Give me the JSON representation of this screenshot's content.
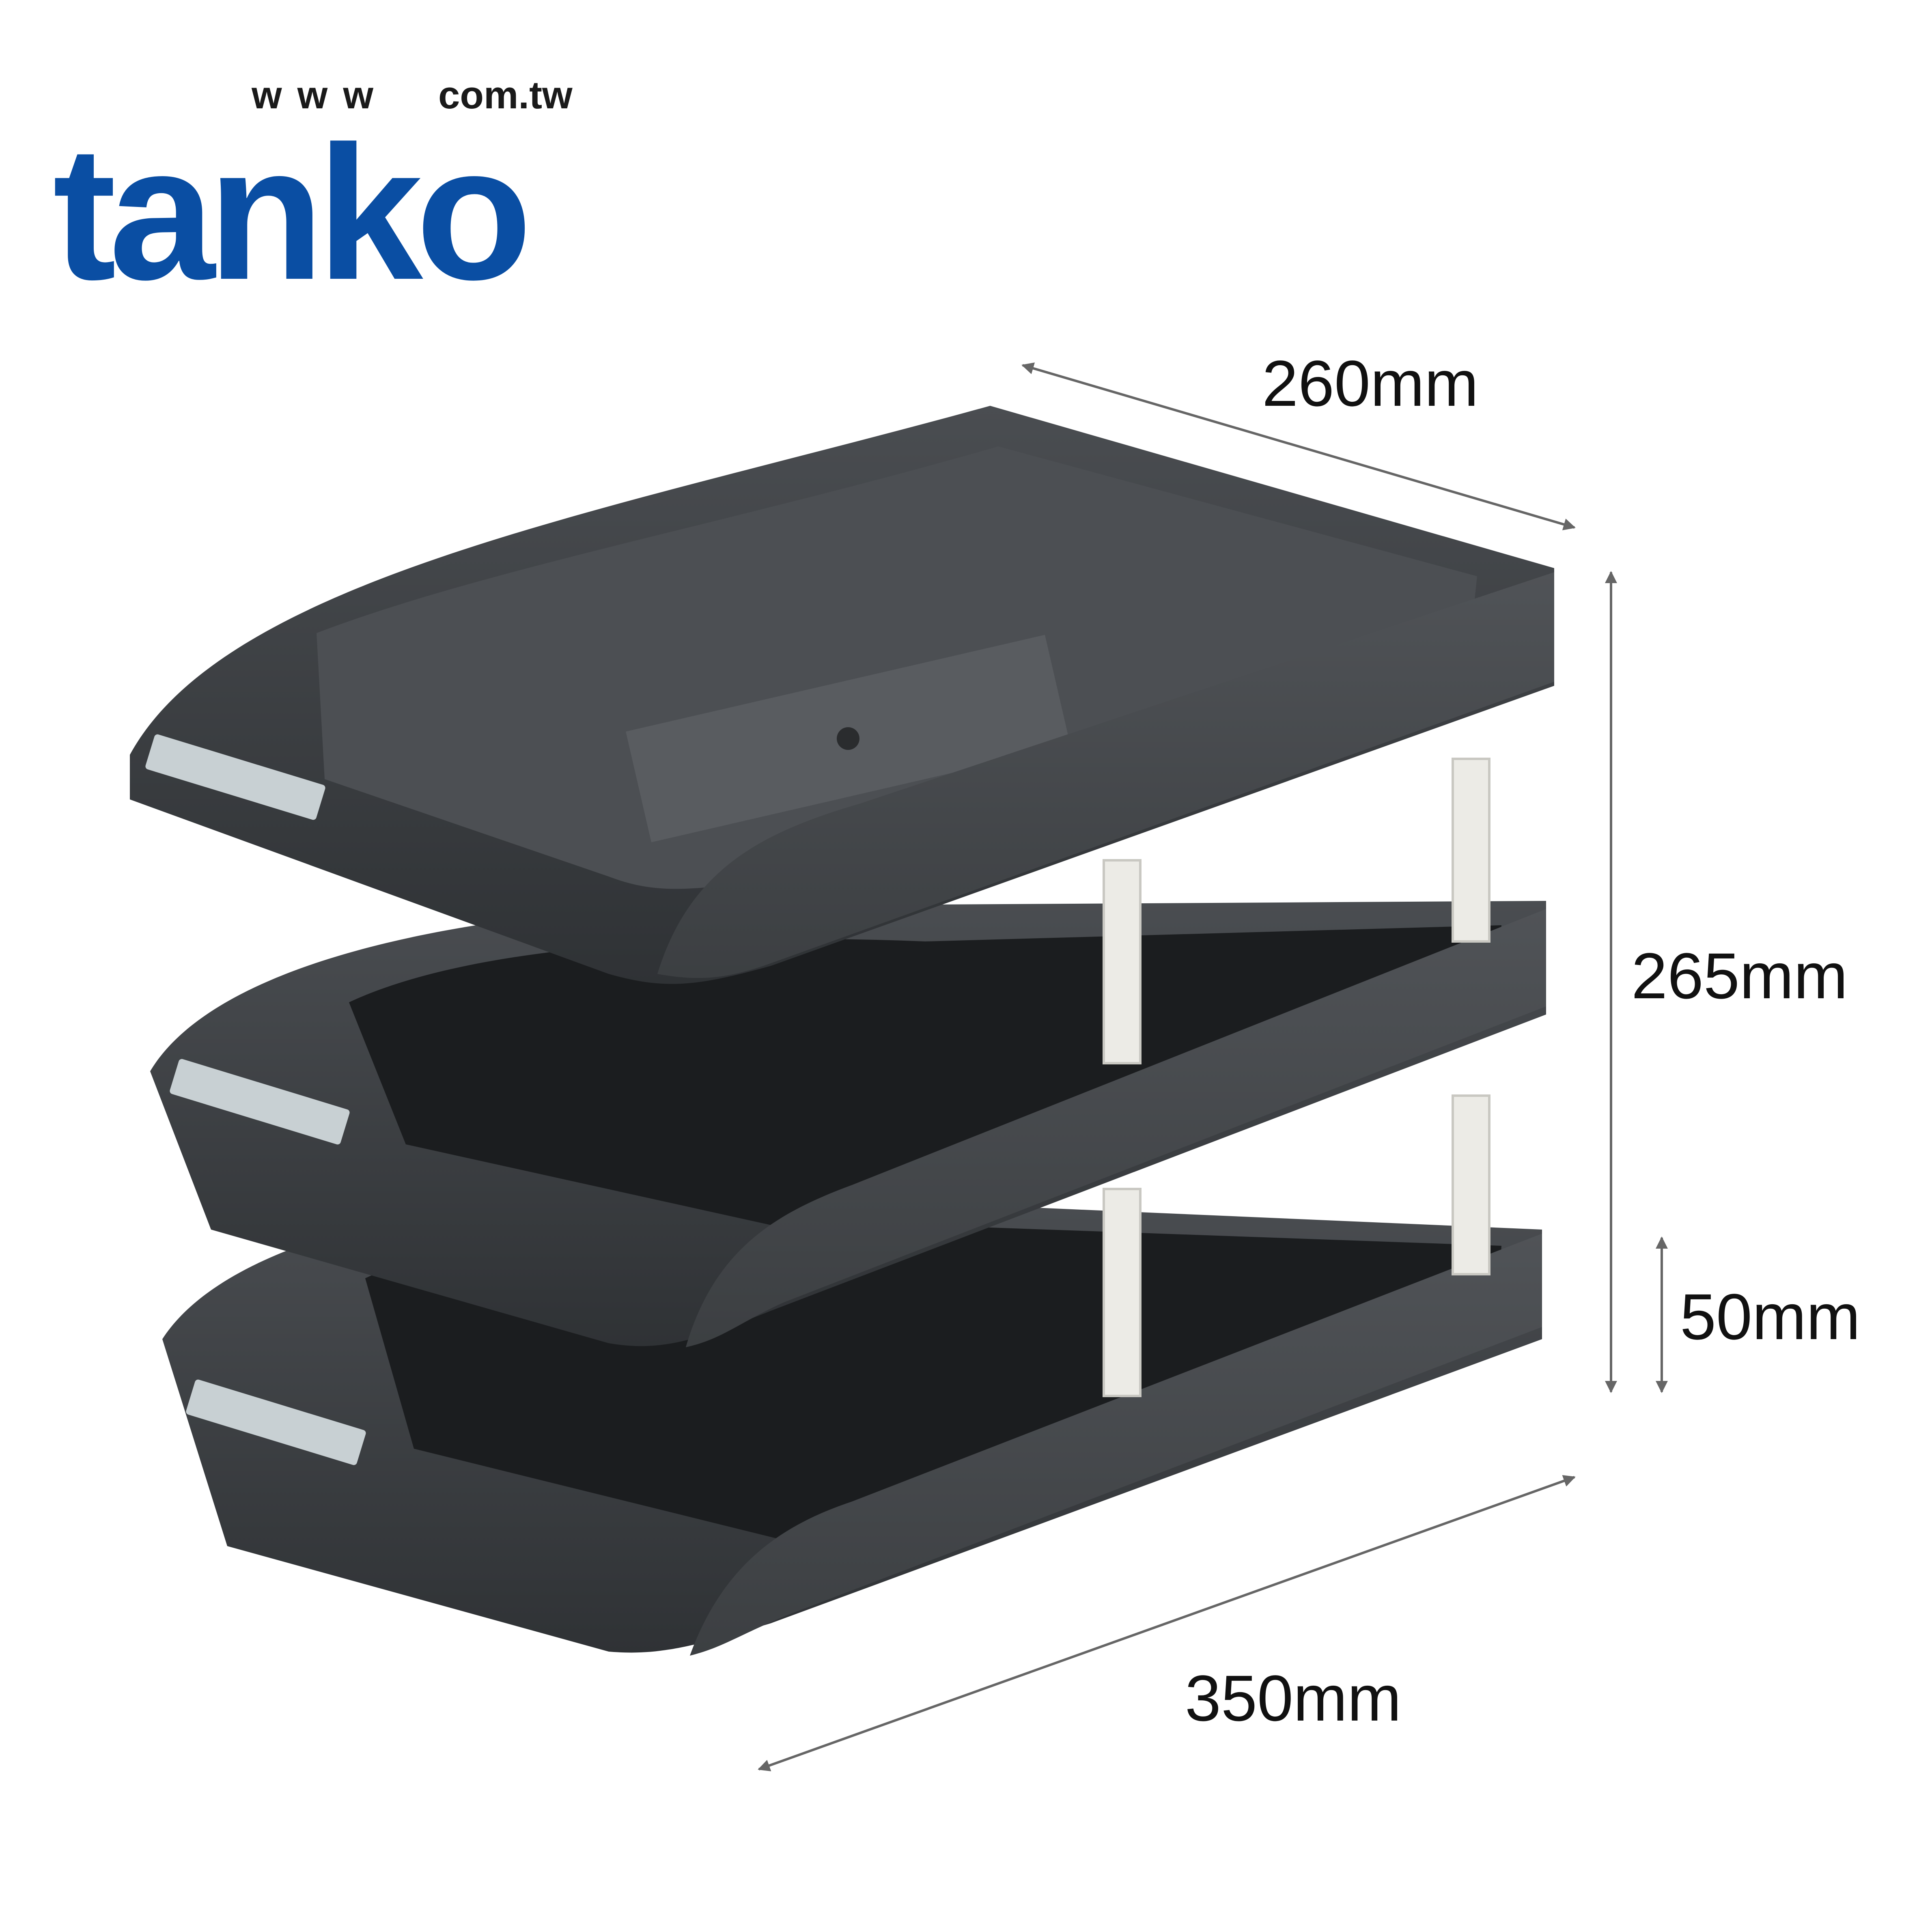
{
  "brand": {
    "prefix": "www",
    "name": "tanko",
    "suffix": "com.tw",
    "color": "#0a4ea3"
  },
  "product": {
    "color": "#3a3d40",
    "post_color": "#ecebe6",
    "tiers": 3
  },
  "dimensions": {
    "depth": "260mm",
    "total_height": "265mm",
    "tier_gap": "50mm",
    "width": "350mm"
  }
}
